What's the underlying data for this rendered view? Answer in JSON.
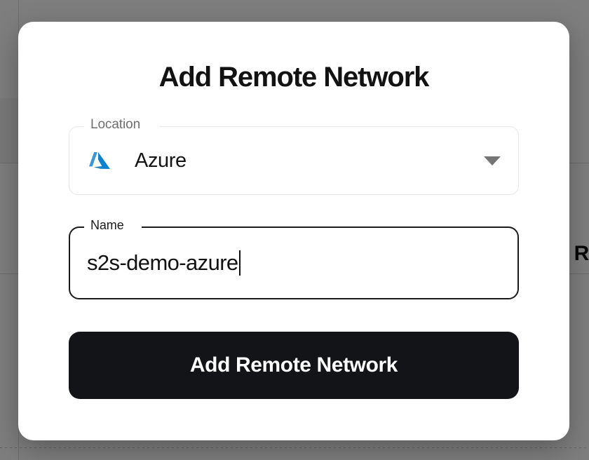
{
  "background": {
    "partial_text_right": "R"
  },
  "dialog": {
    "title": "Add Remote Network",
    "location_field": {
      "label": "Location",
      "selected_value": "Azure",
      "icon": "azure-logo-icon",
      "arrow_icon": "chevron-down-icon",
      "icon_colors": {
        "light_blue": "#3a97d4",
        "blue": "#0f82cd"
      }
    },
    "name_field": {
      "label": "Name",
      "value": "s2s-demo-azure",
      "focused": true
    },
    "submit_button": {
      "label": "Add Remote Network",
      "background": "#121417",
      "text_color": "#ffffff"
    }
  }
}
